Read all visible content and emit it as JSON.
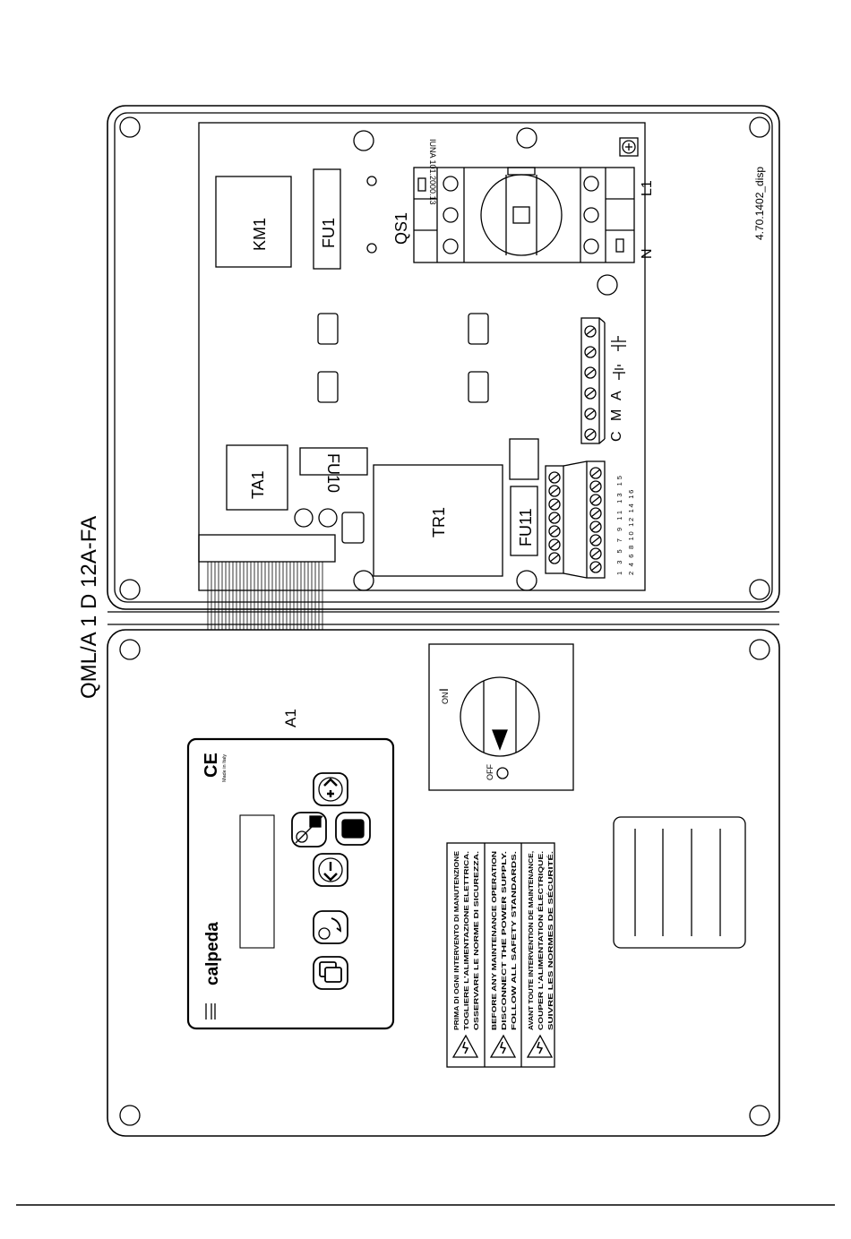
{
  "model_title": "QML/A 1 D 12A-FA",
  "drawing_code": "4.70.1402_disp",
  "board_code": "IUNA 101.2000.13",
  "components": {
    "km1": "KM1",
    "fu1": "FU1",
    "qs1": "QS1",
    "l1": "L1",
    "n": "N",
    "ta1": "TA1",
    "fu10": "FU10",
    "tr1": "TR1",
    "fu11": "FU11",
    "a1": "A1"
  },
  "terminal_labels": [
    "C",
    "M",
    "A"
  ],
  "terminal_numbers_odd": "1 3 5 7 9 11 13 15",
  "terminal_numbers_even": "2 4 6 8 10 12 14 16",
  "switch": {
    "on": "ON",
    "off": "OFF",
    "on_mark": "I"
  },
  "panel": {
    "brand": "calpeda",
    "ce_mark": "CE",
    "made_in": "Made in Italy"
  },
  "warnings": {
    "it": [
      "PRIMA DI OGNI INTERVENTO DI MANUTENZIONE",
      "TOGLIERE L'ALIMENTAZIONE ELETTRICA.",
      "OSSERVARE LE NORME DI SICUREZZA."
    ],
    "en": [
      "BEFORE ANY MAINTENANCE OPERATION",
      "DISCONNECT THE POWER SUPPLY.",
      "FOLLOW ALL SAFETY STANDARDS."
    ],
    "fr": [
      "AVANT TOUTE INTERVENTION DE MAINTENANCE,",
      "COUPER L'ALIMENTATION ÉLECTRIQUE.",
      "SUIVRE LES NORMES DE SÉCURITÉ."
    ]
  }
}
